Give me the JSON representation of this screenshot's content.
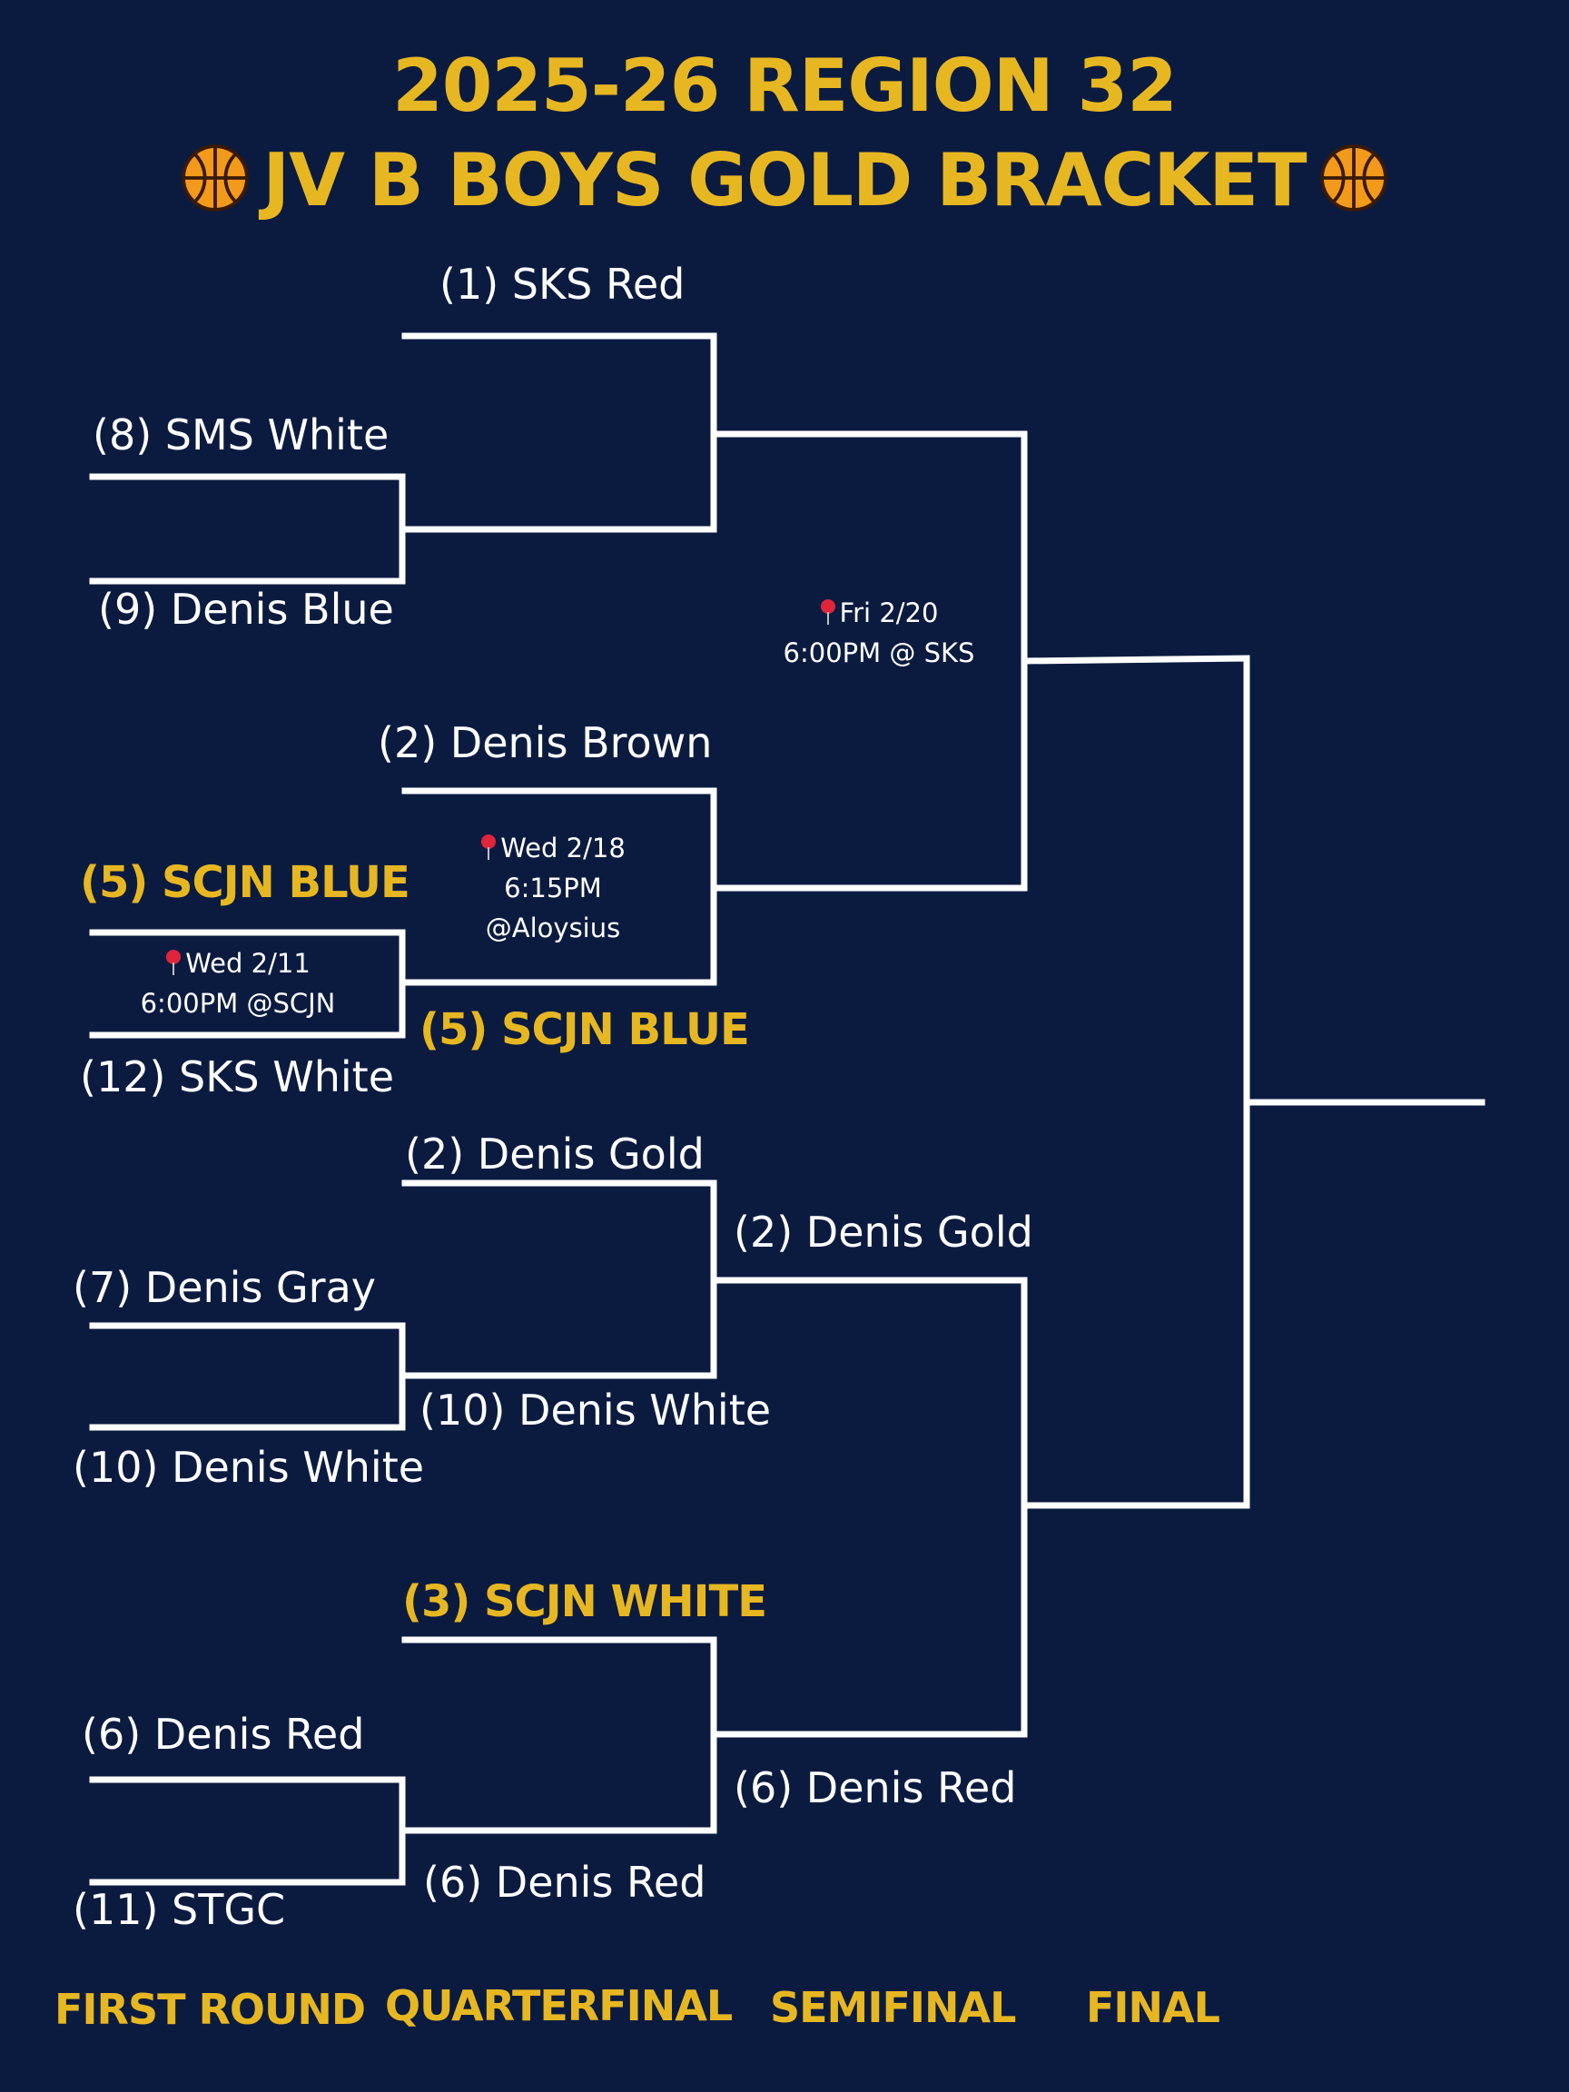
{
  "title": {
    "line1": "2025-26 REGION 32",
    "line2": "JV B BOYS GOLD BRACKET"
  },
  "colors": {
    "background": "#0b1b40",
    "accent": "#e7b722",
    "line": "#ffffff",
    "ball": "#f39a1c",
    "pin": "#e0243c"
  },
  "icons": {
    "title_left": "basketball-icon",
    "title_right": "basketball-icon",
    "game_location": "pushpin-icon"
  },
  "teams": {
    "t1": "(1) SKS Red",
    "t8": "(8) SMS White",
    "t9": "(9) Denis Blue",
    "t2_brown": "(2) Denis Brown",
    "t5_blue": "(5) SCJN BLUE",
    "t12": "(12) SKS White",
    "t5_blue_qf": "(5) SCJN BLUE",
    "t2_gold": "(2) Denis Gold",
    "t7": "(7) Denis Gray",
    "t10": "(10) Denis White",
    "t10_qf": "(10) Denis White",
    "t2_gold_sf": "(2) Denis Gold",
    "t3": "(3) SCJN WHITE",
    "t6": "(6) Denis Red",
    "t11": "(11) STGC",
    "t6_qf": "(6) Denis Red",
    "t6_sf": "(6) Denis Red"
  },
  "games": {
    "first_round": {
      "date": "Wed 2/11",
      "time_place": "6:00PM @SCJN"
    },
    "quarterfinal": {
      "date": "Wed 2/18",
      "time": "6:15PM",
      "place": "@Aloysius"
    },
    "semifinal": {
      "date": "Fri 2/20",
      "time_place": "6:00PM @ SKS"
    }
  },
  "rounds": [
    "FIRST ROUND",
    "QUARTERFINAL",
    "SEMIFINAL",
    "FINAL"
  ]
}
